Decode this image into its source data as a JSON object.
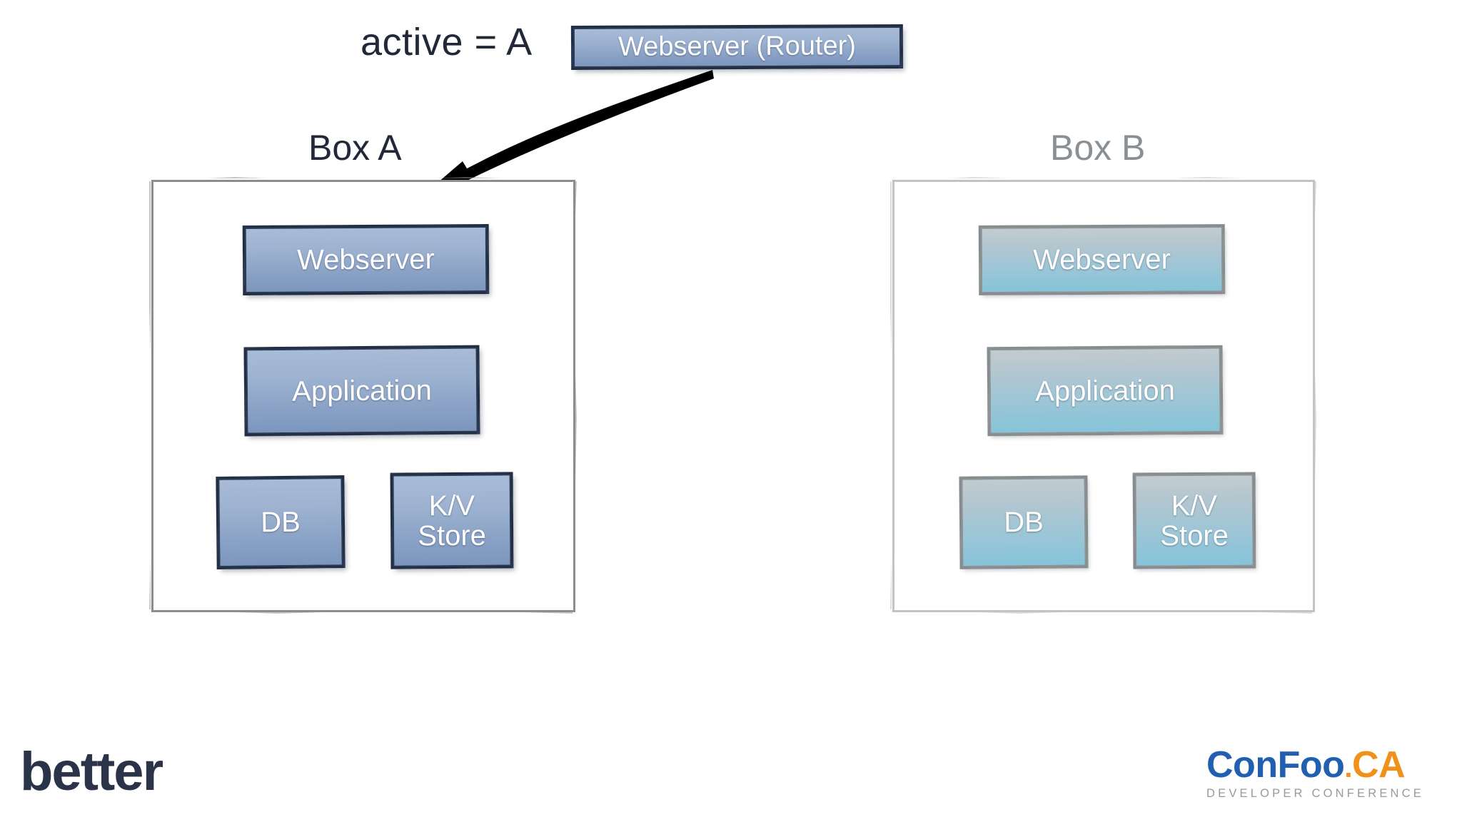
{
  "slide": {
    "background_color": "#ffffff",
    "active_state_label": "active = A"
  },
  "router": {
    "label": "Webserver (Router)",
    "state": "active",
    "fill_top": "#a8bcd8",
    "fill_bottom": "#7c96bd",
    "border_color": "#2b3a52"
  },
  "arrow": {
    "name": "router-to-box-a-arrow",
    "color": "#000000",
    "from": "Webserver (Router)",
    "to": "Box A Webserver"
  },
  "groups": [
    {
      "id": "box-a",
      "title": "Box A",
      "state": "active",
      "title_color": "#222838",
      "frame_color": "#8d8d8d",
      "nodes": [
        {
          "id": "webserver",
          "label": "Webserver"
        },
        {
          "id": "application",
          "label": "Application"
        },
        {
          "id": "db",
          "label": "DB"
        },
        {
          "id": "kv-store",
          "label": "K/V\nStore"
        }
      ]
    },
    {
      "id": "box-b",
      "title": "Box B",
      "state": "inactive",
      "title_color": "#8a8f94",
      "frame_color": "#c3c3c3",
      "nodes": [
        {
          "id": "webserver",
          "label": "Webserver"
        },
        {
          "id": "application",
          "label": "Application"
        },
        {
          "id": "db",
          "label": "DB"
        },
        {
          "id": "kv-store",
          "label": "K/V\nStore"
        }
      ]
    }
  ],
  "footer": {
    "better_logo": "better",
    "confoo": {
      "word_con": "Con",
      "word_foo": "Foo",
      "dot": ".",
      "word_ca": "CA",
      "tagline": "DEVELOPER CONFERENCE",
      "blue": "#2160b0",
      "orange": "#f0911a",
      "tagline_color": "#9a9a9a"
    }
  }
}
